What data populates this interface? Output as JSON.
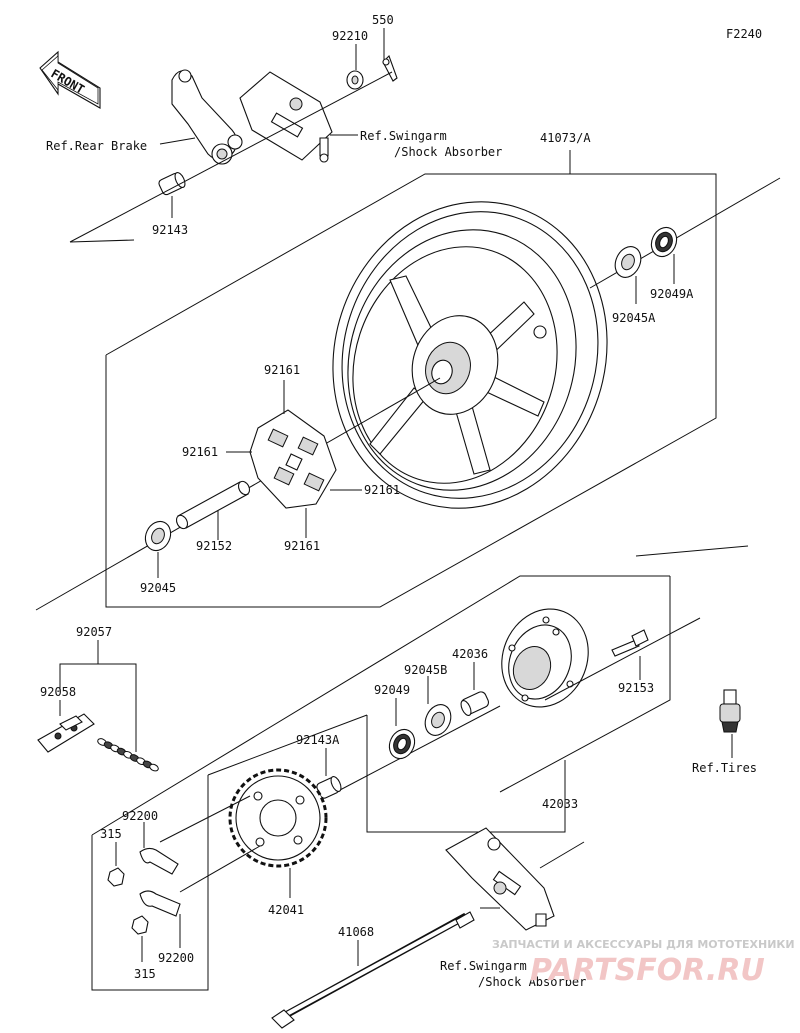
{
  "figure_code": "F2240",
  "front_label": "FRONT",
  "refs": {
    "rear_brake": "Ref.Rear Brake",
    "swingarm_top_line1": "Ref.Swingarm",
    "swingarm_top_line2": "/Shock Absorber",
    "swingarm_bottom_line1": "Ref.Swingarm",
    "swingarm_bottom_line2": "/Shock Absorber",
    "tires": "Ref.Tires"
  },
  "parts": {
    "p550": "550",
    "p92210": "92210",
    "p92143": "92143",
    "p41073": "41073/A",
    "p92045A": "92045A",
    "p92049A": "92049A",
    "p92161_top": "92161",
    "p92161_left": "92161",
    "p92161_right": "92161",
    "p92161_bottom": "92161",
    "p92152": "92152",
    "p92045": "92045",
    "p92057": "92057",
    "p92058": "92058",
    "p42036": "42036",
    "p92045B": "92045B",
    "p92049": "92049",
    "p92153": "92153",
    "p92143A": "92143A",
    "p42033": "42033",
    "p92200_top": "92200",
    "p315_top": "315",
    "p42041": "42041",
    "p315_bottom": "315",
    "p92200_bottom": "92200",
    "p41068": "41068"
  },
  "watermark": {
    "line1": "ЗАПЧАСТИ И АКСЕССУАРЫ ДЛЯ МОТОТЕХНИКИ",
    "line2": "PARTSFOR.RU"
  }
}
